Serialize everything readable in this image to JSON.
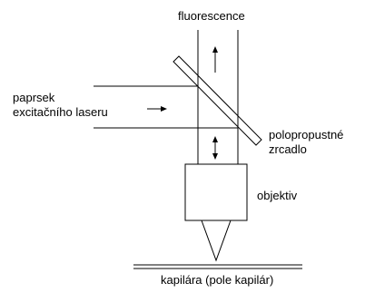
{
  "labels": {
    "fluorescence": "fluorescence",
    "beam_line1": "paprsek",
    "beam_line2": "excitačního laseru",
    "mirror_line1": "polopropustné",
    "mirror_line2": "zrcadlo",
    "objective": "objektiv",
    "capillary": "kapilára (pole kapilár)"
  },
  "colors": {
    "ink": "#000000",
    "background": "#ffffff"
  }
}
